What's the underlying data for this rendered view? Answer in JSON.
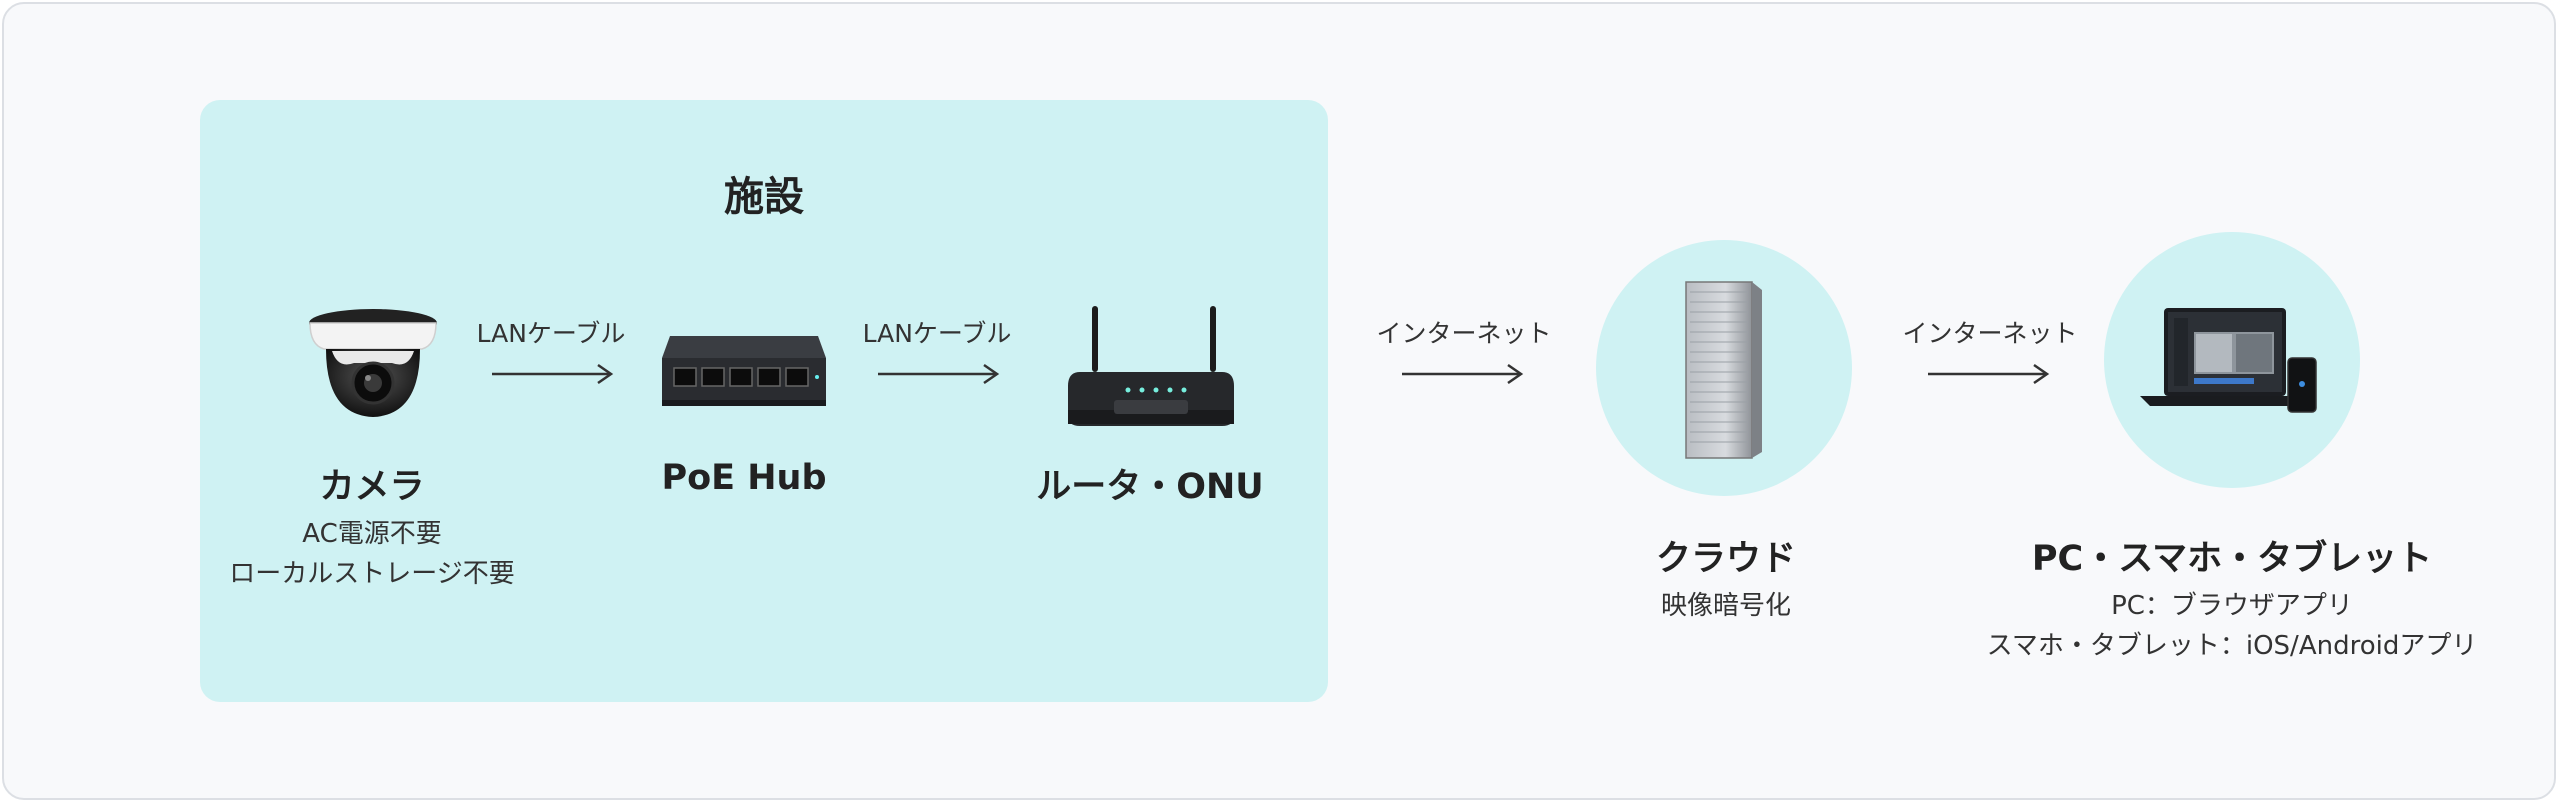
{
  "facility": {
    "title": "施設"
  },
  "nodes": {
    "camera": {
      "title": "カメラ",
      "desc": [
        "AC電源不要",
        "ローカルストレージ不要"
      ]
    },
    "hub": {
      "title": "PoE Hub"
    },
    "router": {
      "title": "ルータ・ONU"
    },
    "cloud": {
      "title": "クラウド",
      "desc": [
        "映像暗号化"
      ]
    },
    "devices": {
      "title": "PC・スマホ・タブレット",
      "desc": [
        "PC：ブラウザアプリ",
        "スマホ・タブレット：iOS/Androidアプリ"
      ]
    }
  },
  "connections": [
    {
      "label": "LANケーブル"
    },
    {
      "label": "LANケーブル"
    },
    {
      "label": "インターネット"
    },
    {
      "label": "インターネット"
    }
  ],
  "colors": {
    "facility_bg": "#cff2f3",
    "circle_bg": "#cff2f3",
    "frame_bg": "#f8f9fb",
    "arrow": "#333333"
  },
  "icons": {
    "camera": "dome-camera-icon",
    "hub": "network-switch-icon",
    "router": "wifi-router-icon",
    "cloud": "server-rack-icon",
    "devices": "laptop-phone-icon"
  }
}
